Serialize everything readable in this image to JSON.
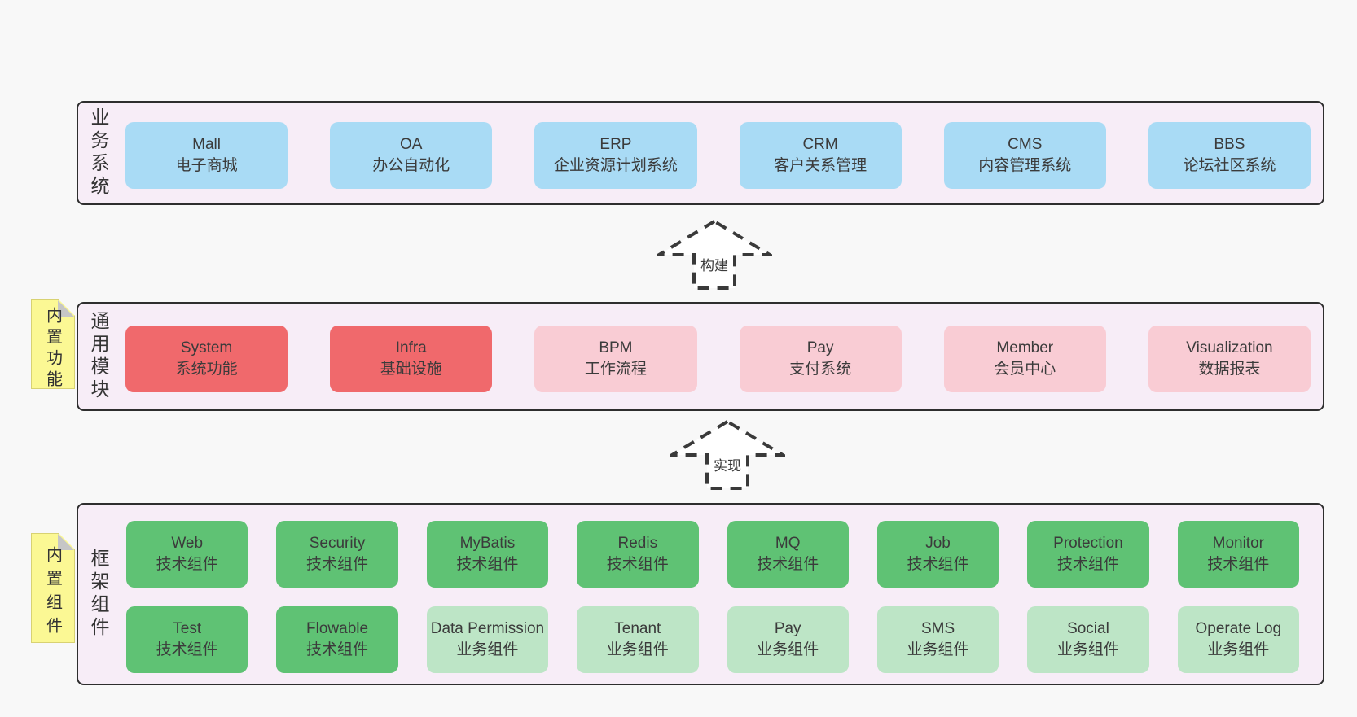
{
  "colors": {
    "page_bg": "#f8f8f8",
    "container_fill": "#f7edf7",
    "container_border": "#2e2e2e",
    "blue": "#a9dbf5",
    "red": "#f0696c",
    "pink": "#f9ccd4",
    "green": "#5fc274",
    "light_green": "#bde5c6",
    "sticky_yellow": "#fbf894",
    "sticky_border": "#d8d272",
    "fold_gray": "#c6c6c6",
    "text": "#3b3b3b",
    "arrow_color": "#3a3a3a"
  },
  "layers": {
    "business": {
      "label": "业务系统",
      "boxes": [
        {
          "title": "Mall",
          "subtitle": "电子商城",
          "variant": "blue"
        },
        {
          "title": "OA",
          "subtitle": "办公自动化",
          "variant": "blue"
        },
        {
          "title": "ERP",
          "subtitle": "企业资源计划系统",
          "variant": "blue"
        },
        {
          "title": "CRM",
          "subtitle": "客户关系管理",
          "variant": "blue"
        },
        {
          "title": "CMS",
          "subtitle": "内容管理系统",
          "variant": "blue"
        },
        {
          "title": "BBS",
          "subtitle": "论坛社区系统",
          "variant": "blue"
        }
      ]
    },
    "modules": {
      "label": "通用模块",
      "sticky": "内置功能",
      "boxes": [
        {
          "title": "System",
          "subtitle": "系统功能",
          "variant": "red"
        },
        {
          "title": "Infra",
          "subtitle": "基础设施",
          "variant": "red"
        },
        {
          "title": "BPM",
          "subtitle": "工作流程",
          "variant": "pink"
        },
        {
          "title": "Pay",
          "subtitle": "支付系统",
          "variant": "pink"
        },
        {
          "title": "Member",
          "subtitle": "会员中心",
          "variant": "pink"
        },
        {
          "title": "Visualization",
          "subtitle": "数据报表",
          "variant": "pink"
        }
      ]
    },
    "components": {
      "label": "框架组件",
      "sticky": "内置组件",
      "rows": [
        [
          {
            "title": "Web",
            "subtitle": "技术组件",
            "variant": "green"
          },
          {
            "title": "Security",
            "subtitle": "技术组件",
            "variant": "green"
          },
          {
            "title": "MyBatis",
            "subtitle": "技术组件",
            "variant": "green"
          },
          {
            "title": "Redis",
            "subtitle": "技术组件",
            "variant": "green"
          },
          {
            "title": "MQ",
            "subtitle": "技术组件",
            "variant": "green"
          },
          {
            "title": "Job",
            "subtitle": "技术组件",
            "variant": "green"
          },
          {
            "title": "Protection",
            "subtitle": "技术组件",
            "variant": "green"
          },
          {
            "title": "Monitor",
            "subtitle": "技术组件",
            "variant": "green"
          }
        ],
        [
          {
            "title": "Test",
            "subtitle": "技术组件",
            "variant": "green"
          },
          {
            "title": "Flowable",
            "subtitle": "技术组件",
            "variant": "green"
          },
          {
            "title": "Data Permission",
            "subtitle": "业务组件",
            "variant": "light_green"
          },
          {
            "title": "Tenant",
            "subtitle": "业务组件",
            "variant": "light_green"
          },
          {
            "title": "Pay",
            "subtitle": "业务组件",
            "variant": "light_green"
          },
          {
            "title": "SMS",
            "subtitle": "业务组件",
            "variant": "light_green"
          },
          {
            "title": "Social",
            "subtitle": "业务组件",
            "variant": "light_green"
          },
          {
            "title": "Operate Log",
            "subtitle": "业务组件",
            "variant": "light_green"
          }
        ]
      ]
    }
  },
  "arrows": {
    "build": {
      "label": "构建"
    },
    "implement": {
      "label": "实现"
    }
  }
}
